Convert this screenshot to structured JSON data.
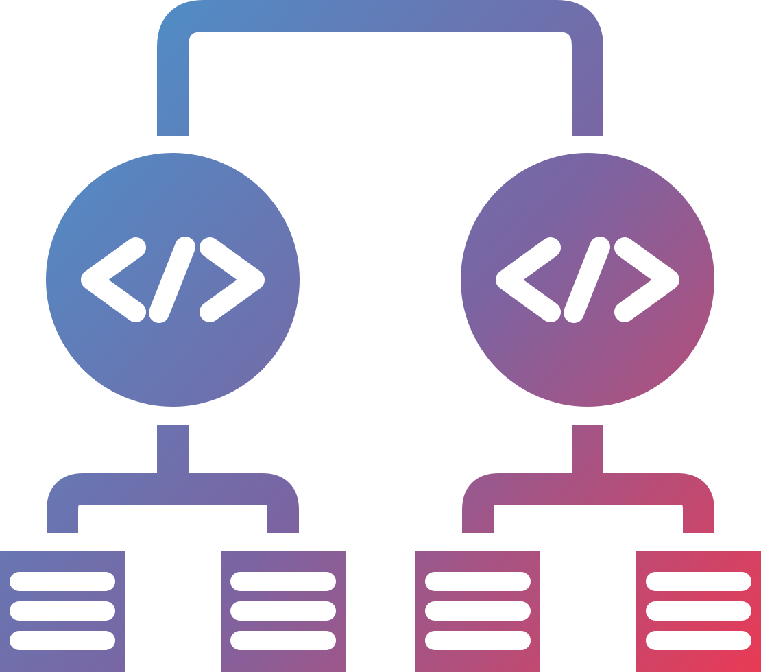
{
  "colors": {
    "gradient_start": "#4498D0",
    "gradient_mid": "#7B64A2",
    "gradient_end": "#E93A55",
    "background": "#FFFFFF",
    "glyph": "#FFFFFF"
  },
  "nodes": [
    {
      "icon": "code-icon"
    },
    {
      "icon": "code-icon"
    }
  ],
  "documents": [
    {
      "icon": "list-document-icon",
      "lines": 3
    },
    {
      "icon": "list-document-icon",
      "lines": 3
    },
    {
      "icon": "list-document-icon",
      "lines": 3
    },
    {
      "icon": "list-document-icon",
      "lines": 3
    }
  ]
}
